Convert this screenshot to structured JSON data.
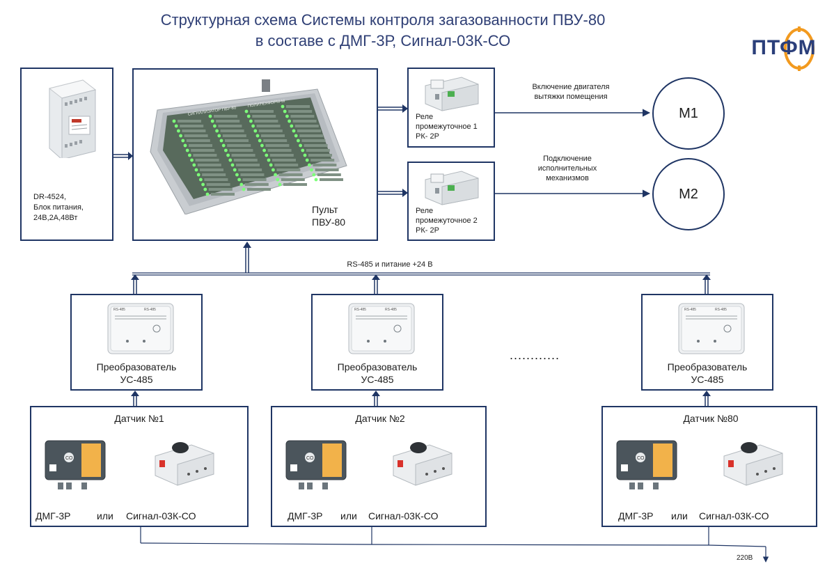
{
  "title": {
    "line1": "Структурная схема Системы контроля загазованности ПВУ-80",
    "line2": "в составе с ДМГ-3Р, Сигнал-03К-СО"
  },
  "logo": {
    "text": "ПТФМ"
  },
  "power_supply": {
    "line1": "DR-4524,",
    "line2": "Блок питания,",
    "line3": "24В,2А,48Вт"
  },
  "console": {
    "line1": "Пульт",
    "line2": "ПВУ-80",
    "panel_caption": "СИГНАЛИЗАТОР  ПВУ-80",
    "panel_caption2": "ПОЛИТЕХФОРМ-М"
  },
  "relays": [
    {
      "line1": "Реле",
      "line2": "промежуточное 1",
      "line3": "РК- 2Р"
    },
    {
      "line1": "Реле",
      "line2": "промежуточное 2",
      "line3": "РК- 2Р"
    }
  ],
  "motors": [
    {
      "label": "М1"
    },
    {
      "label": "М2"
    }
  ],
  "notes": {
    "motor1_line1": "Включение двигателя",
    "motor1_line2": "вытяжки помещения",
    "motor2_line1": "Подключение",
    "motor2_line2": "исполнительных",
    "motor2_line3": "механизмов"
  },
  "bus": {
    "label": "RS-485 и питание +24 В"
  },
  "converters": [
    {
      "line1": "Преобразователь",
      "line2": "УС-485"
    },
    {
      "line1": "Преобразователь",
      "line2": "УС-485"
    },
    {
      "line1": "Преобразователь",
      "line2": "УС-485"
    }
  ],
  "converter_device": {
    "port1": "RS-485",
    "port2": "RS-485"
  },
  "ellipsis": "............",
  "sensors": [
    {
      "title": "Датчик №1",
      "opt1": "ДМГ-3Р",
      "or": "или",
      "opt2": "Сигнал-03К-СО"
    },
    {
      "title": "Датчик №2",
      "opt1": "ДМГ-3Р",
      "or": "или",
      "opt2": "Сигнал-03К-СО"
    },
    {
      "title": "Датчик №80",
      "opt1": "ДМГ-3Р",
      "or": "или",
      "opt2": "Сигнал-03К-СО"
    }
  ],
  "sensor_device": {
    "gas": "CO"
  },
  "mains": {
    "label": "220В"
  },
  "colors": {
    "frame": "#1f3564",
    "title": "#2f3f75",
    "logo_blue": "#2b3f7a",
    "logo_orange": "#f29a1f"
  }
}
